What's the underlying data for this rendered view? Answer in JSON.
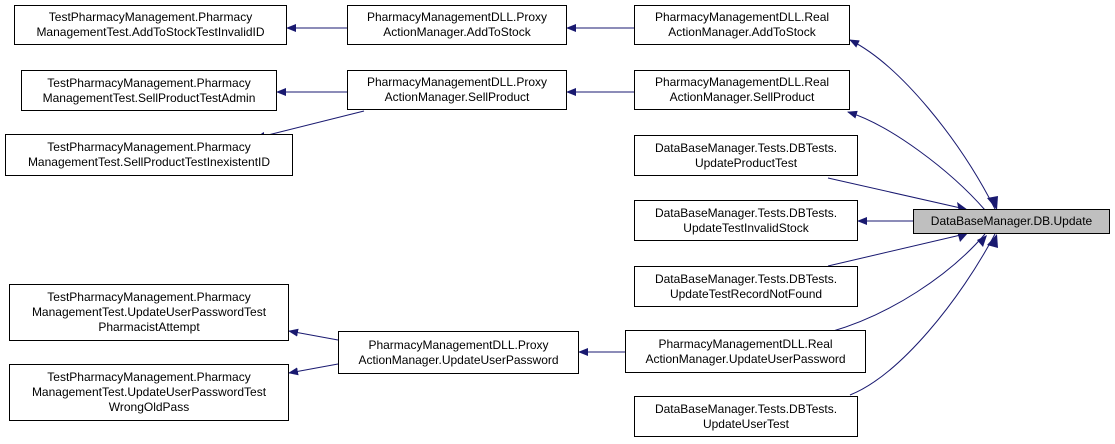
{
  "diagram": {
    "focus": {
      "lines": [
        "DataBaseManager.DB.Update"
      ]
    },
    "callers_level1": [
      {
        "lines": [
          "PharmacyManagementDLL.Real",
          "ActionManager.AddToStock"
        ]
      },
      {
        "lines": [
          "PharmacyManagementDLL.Real",
          "ActionManager.SellProduct"
        ]
      },
      {
        "lines": [
          "DataBaseManager.Tests.DBTests.",
          "UpdateProductTest"
        ]
      },
      {
        "lines": [
          "DataBaseManager.Tests.DBTests.",
          "UpdateTestInvalidStock"
        ]
      },
      {
        "lines": [
          "DataBaseManager.Tests.DBTests.",
          "UpdateTestRecordNotFound"
        ]
      },
      {
        "lines": [
          "PharmacyManagementDLL.Real",
          "ActionManager.UpdateUserPassword"
        ]
      },
      {
        "lines": [
          "DataBaseManager.Tests.DBTests.",
          "UpdateUserTest"
        ]
      }
    ],
    "callers_level2": [
      {
        "lines": [
          "PharmacyManagementDLL.Proxy",
          "ActionManager.AddToStock"
        ]
      },
      {
        "lines": [
          "PharmacyManagementDLL.Proxy",
          "ActionManager.SellProduct"
        ]
      },
      {
        "lines": [
          "PharmacyManagementDLL.Proxy",
          "ActionManager.UpdateUserPassword"
        ]
      }
    ],
    "callers_level3": [
      {
        "lines": [
          "TestPharmacyManagement.Pharmacy",
          "ManagementTest.AddToStockTestInvalidID"
        ]
      },
      {
        "lines": [
          "TestPharmacyManagement.Pharmacy",
          "ManagementTest.SellProductTestAdmin"
        ]
      },
      {
        "lines": [
          "TestPharmacyManagement.Pharmacy",
          "ManagementTest.SellProductTestInexistentID"
        ]
      },
      {
        "lines": [
          "TestPharmacyManagement.Pharmacy",
          "ManagementTest.UpdateUserPasswordTest",
          "PharmacistAttempt"
        ]
      },
      {
        "lines": [
          "TestPharmacyManagement.Pharmacy",
          "ManagementTest.UpdateUserPasswordTest",
          "WrongOldPass"
        ]
      }
    ],
    "colors": {
      "edge": "#191970",
      "node_border": "#000000",
      "node_fill": "#ffffff",
      "focus_fill": "#bfbfbf"
    }
  }
}
